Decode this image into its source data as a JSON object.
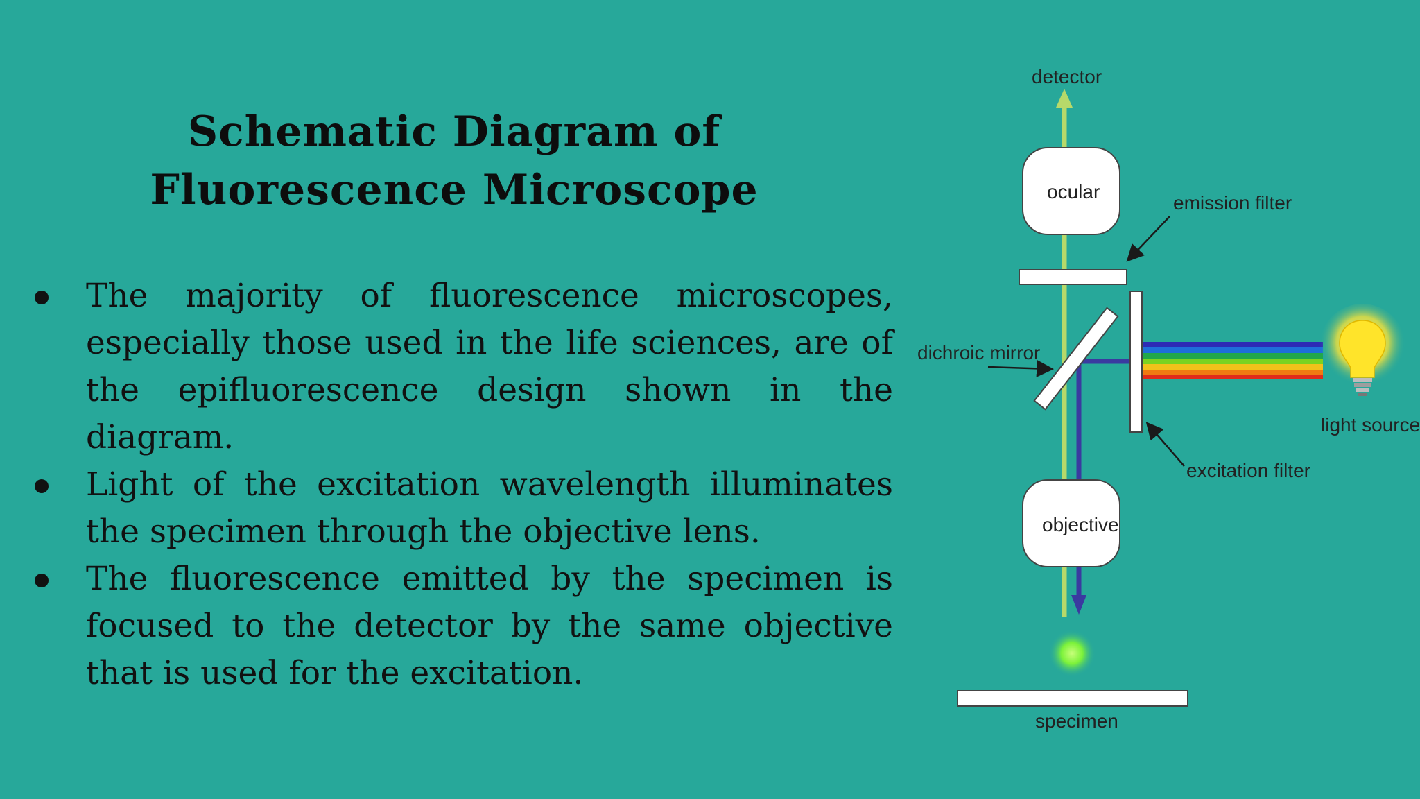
{
  "slide": {
    "title": "Schematic Diagram of Fluorescence Microscope",
    "bullets": [
      "The majority of fluorescence microscopes, especially those used in the life sciences, are of the epifluorescence design shown in the diagram.",
      "Light of the excitation wavelength illuminates the specimen through the objective lens.",
      "The fluorescence emitted by the specimen is focused to the detector by the same objective that is used for the excitation."
    ]
  },
  "diagram": {
    "labels": {
      "detector": "detector",
      "ocular": "ocular",
      "emission_filter": "emission filter",
      "dichroic_mirror": "dichroic mirror",
      "light_source": "light source",
      "excitation_filter": "excitation filter",
      "objective": "objective",
      "specimen": "specimen"
    },
    "colors": {
      "background": "#27a89a",
      "emission_light": "#b7d96a",
      "excitation_light": "#3a3aa0",
      "spectrum": [
        "#2d2bb5",
        "#1e6fd9",
        "#21a84a",
        "#7bd321",
        "#f2c21a",
        "#f07a12",
        "#e02b1b"
      ],
      "bulb": "#ffe42a",
      "glow": "#7cf23a"
    }
  }
}
